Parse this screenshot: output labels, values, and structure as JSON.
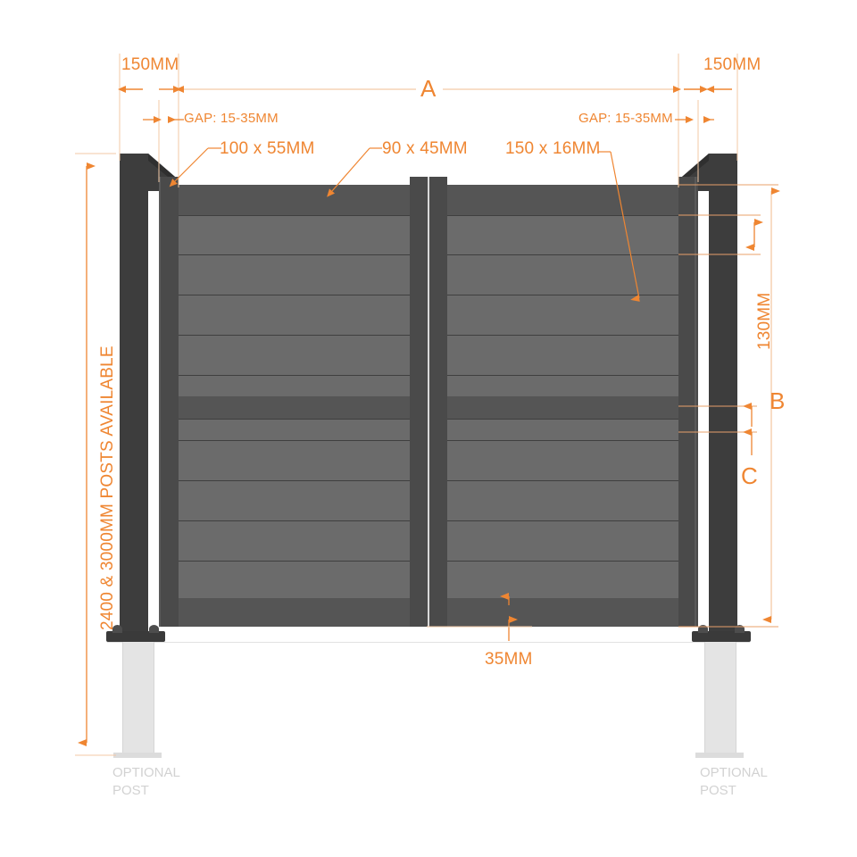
{
  "diagram": {
    "title": "Composite Gate Technical Dimension Drawing",
    "accent_color": "#ef8632",
    "line_color": "#f3c9a6",
    "post_color": "#3d3d3d",
    "slat_color": "#6b6b6b",
    "rail_color": "#555555",
    "optional_post_color": "#e4e4e4"
  },
  "labels": {
    "post_width_left": "150MM",
    "post_width_right": "150MM",
    "overall_width": "A",
    "gap_left": "GAP: 15-35MM",
    "gap_right": "GAP: 15-35MM",
    "post_section": "100 x 55MM",
    "frame_section": "90 x 45MM",
    "slat_section": "150 x 16MM",
    "slat_height": "130MM",
    "gate_height": "B",
    "lower_height": "C",
    "ground_clearance": "35MM",
    "post_availability": "2400 & 3000MM POSTS AVAILABLE",
    "optional_post_left_line1": "OPTIONAL",
    "optional_post_left_line2": "POST",
    "optional_post_right_line1": "OPTIONAL",
    "optional_post_right_line2": "POST"
  }
}
